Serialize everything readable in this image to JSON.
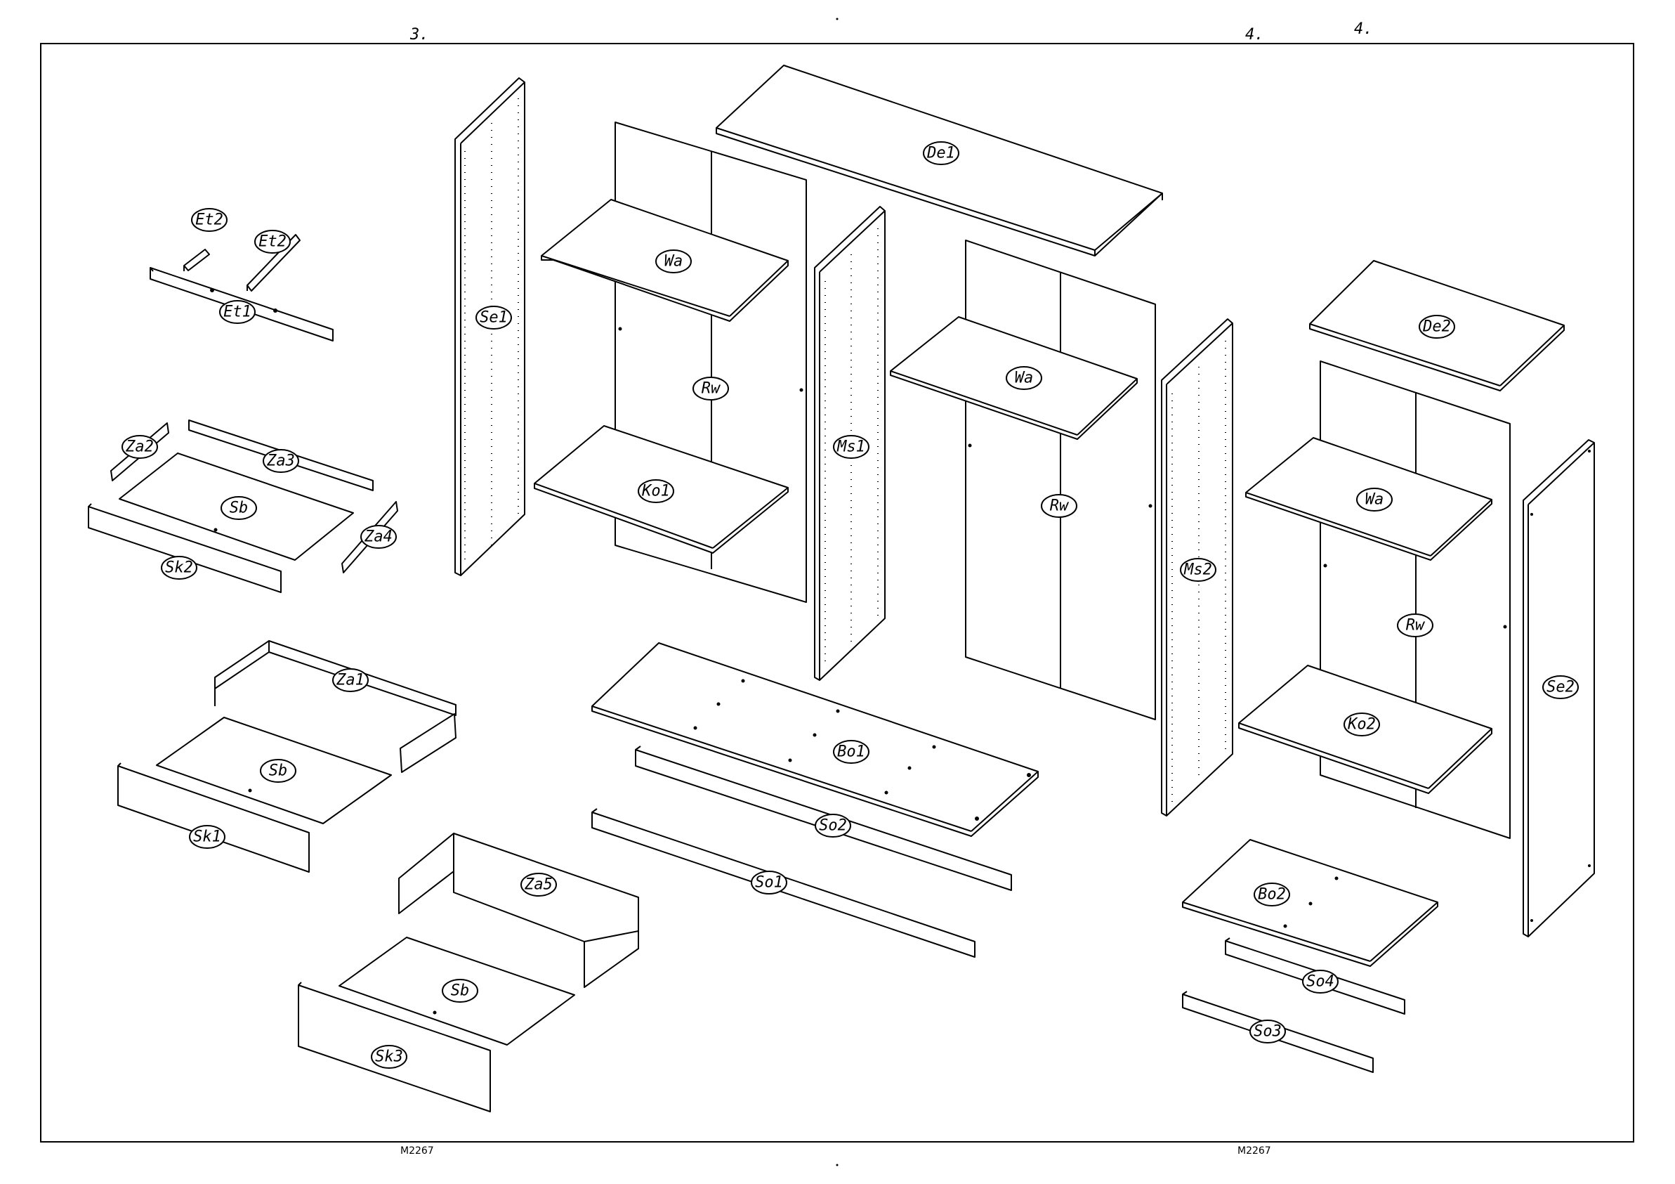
{
  "page_numbers": [
    "3.",
    "4.",
    "4."
  ],
  "drawing_codes": [
    "M2267",
    "M2267"
  ],
  "labels": {
    "et2_a": "Et2",
    "et2_b": "Et2",
    "et1": "Et1",
    "za2": "Za2",
    "za3": "Za3",
    "za4": "Za4",
    "sb_1": "Sb",
    "sk2": "Sk2",
    "za1": "Za1",
    "sb_2": "Sb",
    "sk1": "Sk1",
    "za5": "Za5",
    "sb_3": "Sb",
    "sk3": "Sk3",
    "se1": "Se1",
    "wa_1": "Wa",
    "rw_1": "Rw",
    "ko1": "Ko1",
    "ms1": "Ms1",
    "de1": "De1",
    "wa_2": "Wa",
    "rw_2": "Rw",
    "ms2": "Ms2",
    "bo1": "Bo1",
    "so2": "So2",
    "so1": "So1",
    "de2": "De2",
    "wa_3": "Wa",
    "rw_3": "Rw",
    "ko2": "Ko2",
    "se2": "Se2",
    "bo2": "Bo2",
    "so4": "So4",
    "so3": "So3"
  }
}
